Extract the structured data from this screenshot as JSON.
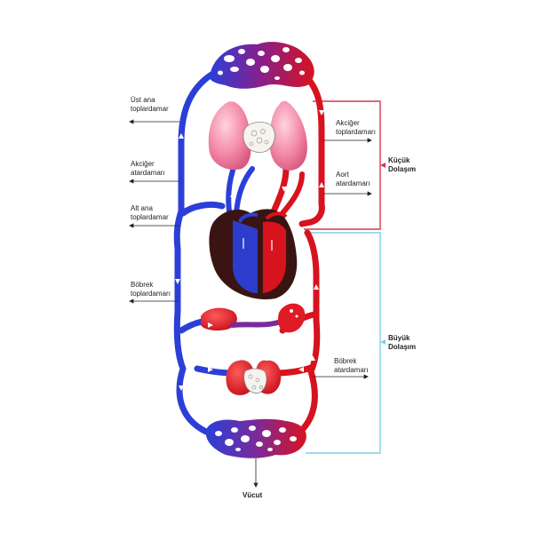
{
  "labels": {
    "ust_ana": [
      "Üst ana",
      "toplardamar"
    ],
    "akciger_atardamari": [
      "Akciğer",
      "atardamarı"
    ],
    "alt_ana": [
      "Alt ana",
      "toplardamar"
    ],
    "bobrek_toplardamari": [
      "Böbrek",
      "toplardamarı"
    ],
    "akciger_toplardamari": [
      "Akciğer",
      "toplardamarı"
    ],
    "aort": [
      "Aort",
      "atardamarı"
    ],
    "bobrek_atardamari": [
      "Böbrek",
      "atardamarı"
    ],
    "kucuk": [
      "Küçük",
      "Dolaşım"
    ],
    "buyuk": [
      "Büyük",
      "Dolaşım"
    ],
    "vucut": "Vücut"
  },
  "colors": {
    "vein_blue": "#2b3fd8",
    "artery_red": "#d7131e",
    "small_circ_line": "#d23a52",
    "big_circ_line": "#7fd0e6",
    "lung_pink": "#f080a0",
    "heart_dark": "#3a1412"
  }
}
